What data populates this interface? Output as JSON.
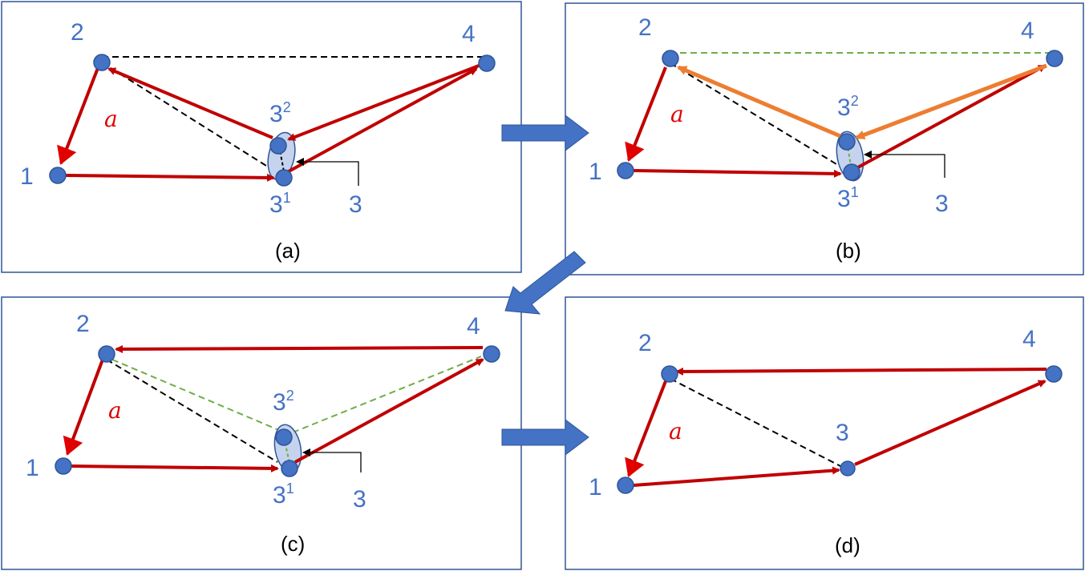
{
  "colors": {
    "node": "#4472c4",
    "node_stroke": "#2f5597",
    "edge_red": "#c00000",
    "edge_orange": "#ed7d31",
    "dash_black": "#000000",
    "dash_green": "#70ad47",
    "panel_border": "#2f5597",
    "arrow_fill": "#4472c4",
    "ellipse_fill": "#c5d3ee"
  },
  "labels": {
    "n1": "1",
    "n2": "2",
    "n3": "3",
    "n4": "4",
    "n3_base": "3",
    "sup_1": "1",
    "sup_2": "2",
    "edge_a": "a"
  },
  "panels": [
    {
      "caption": "(a)"
    },
    {
      "caption": "(b)"
    },
    {
      "caption": "(c)"
    },
    {
      "caption": "(d)"
    }
  ]
}
